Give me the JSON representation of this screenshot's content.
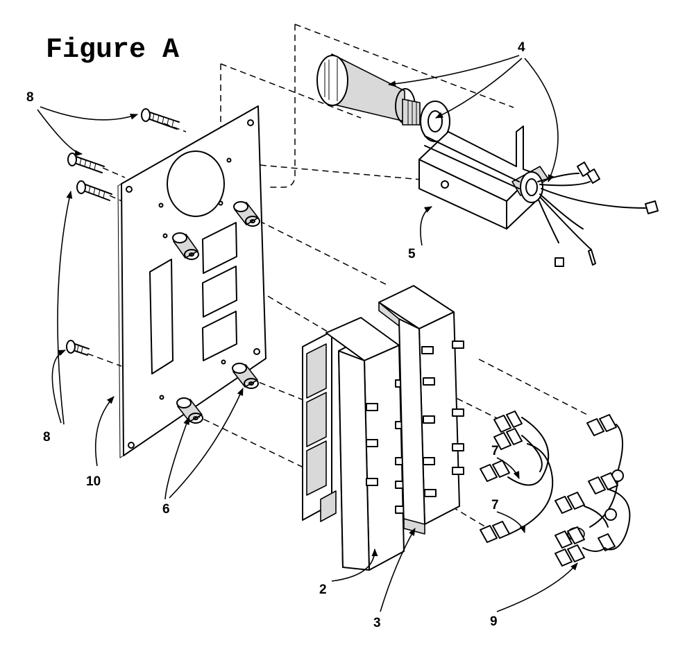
{
  "title": "Figure A",
  "callouts": {
    "c2": "2",
    "c3": "3",
    "c4": "4",
    "c5": "5",
    "c6": "6",
    "c7a": "7",
    "c7b": "7",
    "c8a": "8",
    "c8b": "8",
    "c9": "9",
    "c10": "10"
  }
}
